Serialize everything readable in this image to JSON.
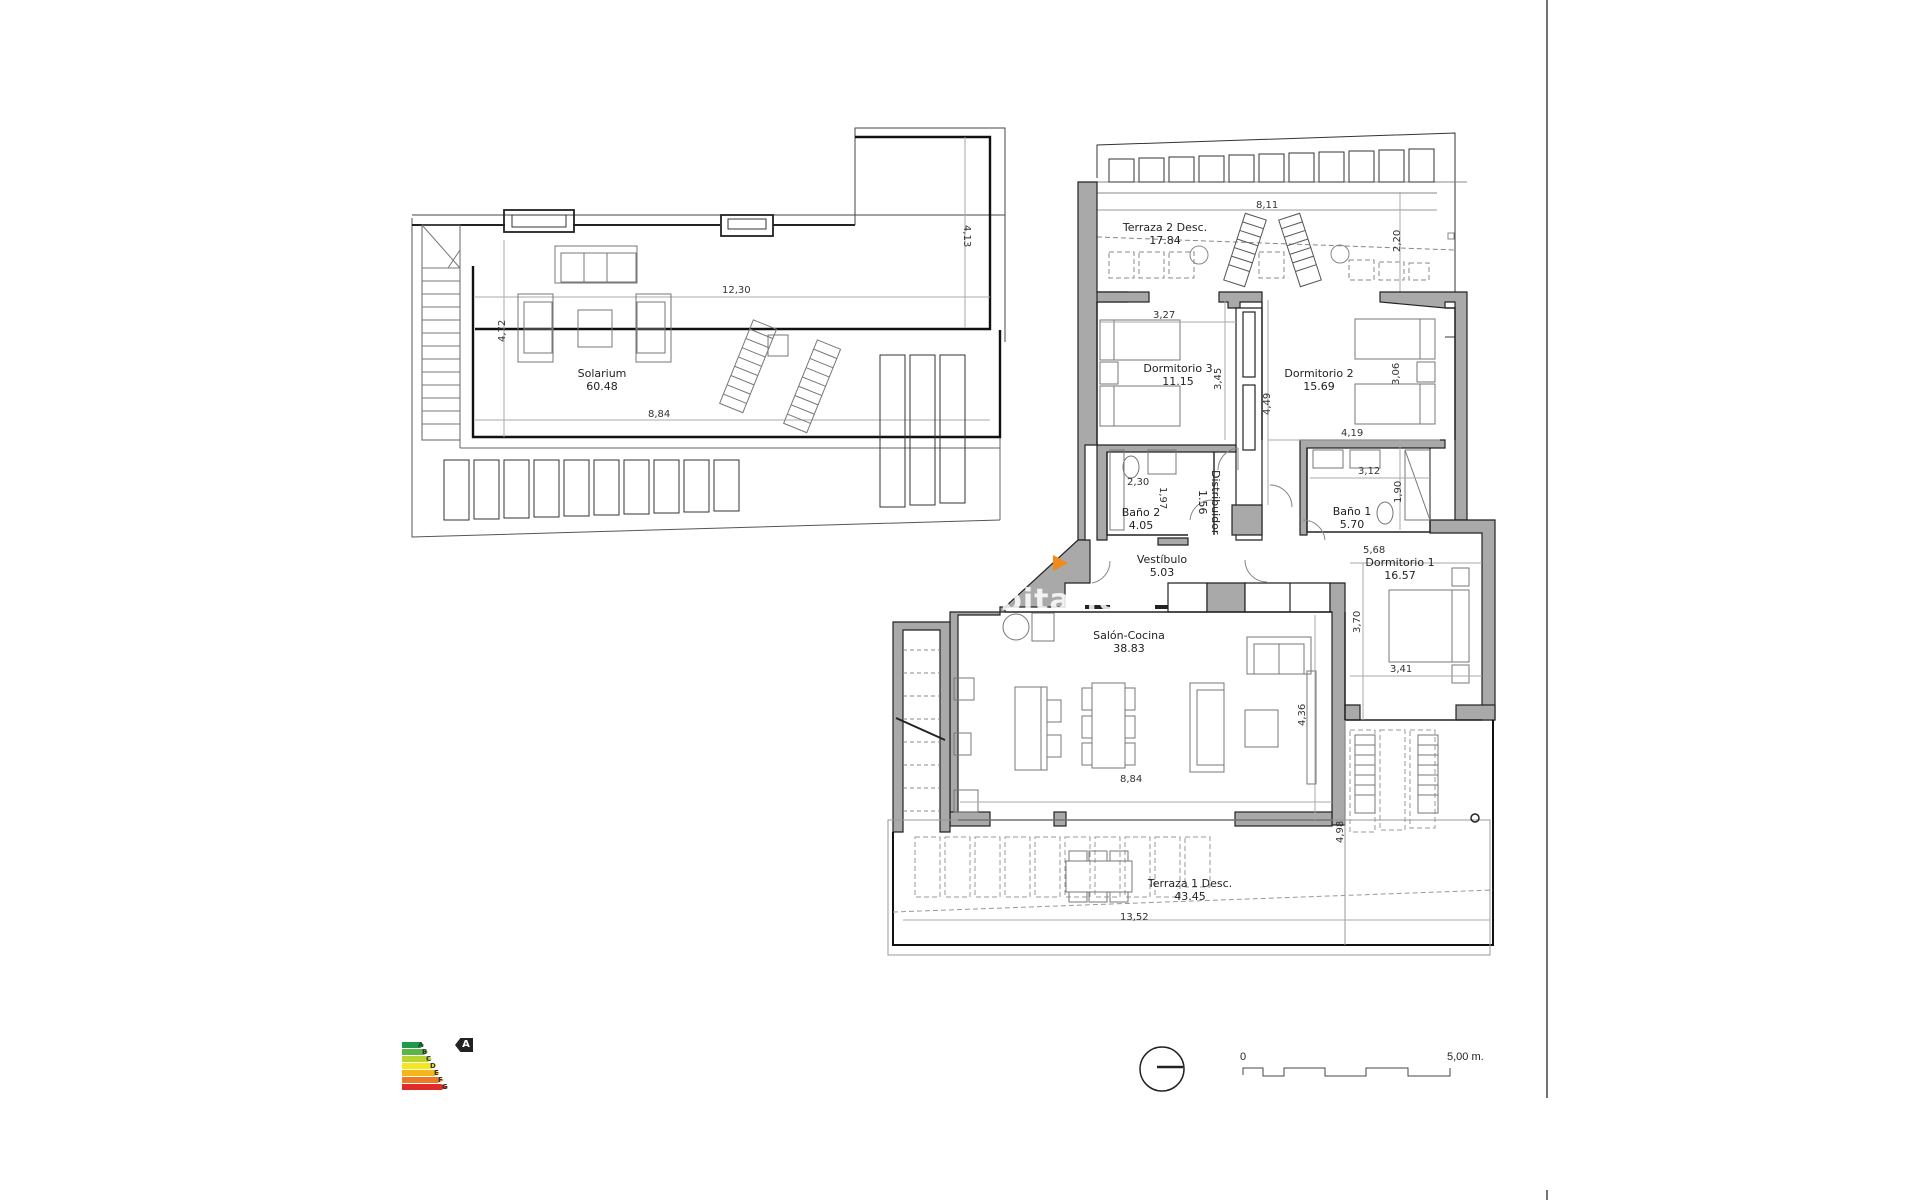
{
  "plan": {
    "watermark": "yushabitat.e",
    "rooms": [
      {
        "id": "solarium",
        "name": "Solarium",
        "area": "60.48"
      },
      {
        "id": "terraza2",
        "name": "Terraza 2 Desc.",
        "area": "17.84"
      },
      {
        "id": "dormitorio3",
        "name": "Dormitorio 3",
        "area": "11.15"
      },
      {
        "id": "dormitorio2",
        "name": "Dormitorio 2",
        "area": "15.69"
      },
      {
        "id": "bano2",
        "name": "Baño 2",
        "area": "4.05"
      },
      {
        "id": "distribuidor",
        "name": "Distribuidor",
        "area": "1.56"
      },
      {
        "id": "bano1",
        "name": "Baño 1",
        "area": "5.70"
      },
      {
        "id": "vestibulo",
        "name": "Vestíbulo",
        "area": "5.03"
      },
      {
        "id": "dormitorio1",
        "name": "Dormitorio 1",
        "area": "16.57"
      },
      {
        "id": "salon_cocina",
        "name": "Salón-Cocina",
        "area": "38.83"
      },
      {
        "id": "terraza1",
        "name": "Terraza 1 Desc.",
        "area": "43.45"
      }
    ],
    "dimensions": {
      "solarium_width_top": "12,30",
      "solarium_width_bottom": "8,84",
      "solarium_depth_left": "4,72",
      "solarium_depth_right": "4,13",
      "terraza2_width": "8,11",
      "terraza2_depth": "2,20",
      "dorm3_width": "3,27",
      "dorm3_depth": "3,45",
      "dorm2_depth_left": "4,49",
      "dorm2_depth_right": "3,06",
      "dorm2_width": "4,19",
      "bano1_width": "3,12",
      "bano1_depth": "1,90",
      "bano2_width": "2,30",
      "bano2_depth": "1,97",
      "dorm1_width_top": "5,68",
      "dorm1_depth": "3,70",
      "dorm1_width": "3,41",
      "salon_width": "8,84",
      "salon_depth": "4,36",
      "terraza1_width": "13,52",
      "terraza1_depth": "4,98"
    },
    "scale": {
      "start": "0",
      "end": "5,00 m."
    },
    "energy_rating": {
      "classes": [
        "A",
        "B",
        "C",
        "D",
        "E",
        "F",
        "G"
      ],
      "colors": [
        "#1e9a4a",
        "#5db546",
        "#b9d431",
        "#f4e71a",
        "#f6b51b",
        "#ec7a23",
        "#e02b2a"
      ],
      "rating": "A"
    },
    "entrance_marker_color": "#f08a1c",
    "wall_fill": "#a9a9a9"
  }
}
